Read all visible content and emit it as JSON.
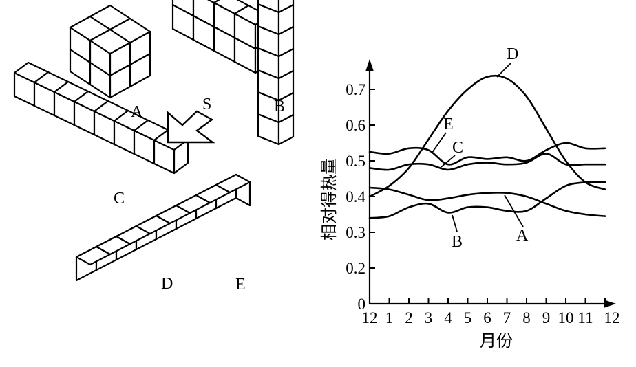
{
  "blocks": {
    "A": {
      "label": "A",
      "cols": 2,
      "depth": 2,
      "height": 2
    },
    "B": {
      "label": "B",
      "cols": 4,
      "depth": 1,
      "height": 2
    },
    "C": {
      "label": "C",
      "cols": 8,
      "depth": 1,
      "height": 1
    },
    "D": {
      "label": "D",
      "cols": 8,
      "depth": 1,
      "height": 1
    },
    "E": {
      "label": "E",
      "cols": 1,
      "depth": 1,
      "height": 8
    }
  },
  "sun_label": "S",
  "chart_data": {
    "type": "line",
    "xlabel": "月份",
    "ylabel": "相对得热量",
    "x_tick_labels": [
      "12",
      "1",
      "2",
      "3",
      "4",
      "5",
      "6",
      "7",
      "8",
      "9",
      "10",
      "11",
      "12"
    ],
    "y_tick_labels": [
      "0",
      "0.2",
      "0.3",
      "0.4",
      "0.5",
      "0.6",
      "0.7"
    ],
    "ylim": [
      0,
      0.78
    ],
    "grid": false,
    "series": [
      {
        "name": "A",
        "x": [
          0,
          1,
          2,
          3,
          4,
          5,
          6,
          7,
          8,
          9,
          10,
          11,
          12
        ],
        "values": [
          0.425,
          0.42,
          0.405,
          0.39,
          0.395,
          0.405,
          0.41,
          0.41,
          0.4,
          0.38,
          0.36,
          0.35,
          0.345
        ]
      },
      {
        "name": "B",
        "x": [
          0,
          1,
          2,
          3,
          4,
          5,
          6,
          7,
          8,
          9,
          10,
          11,
          12
        ],
        "values": [
          0.34,
          0.345,
          0.37,
          0.38,
          0.355,
          0.37,
          0.37,
          0.36,
          0.36,
          0.395,
          0.43,
          0.44,
          0.44
        ]
      },
      {
        "name": "C",
        "x": [
          0,
          1,
          2,
          3,
          4,
          5,
          6,
          7,
          8,
          9,
          10,
          11,
          12
        ],
        "values": [
          0.48,
          0.475,
          0.49,
          0.49,
          0.475,
          0.49,
          0.495,
          0.49,
          0.495,
          0.52,
          0.49,
          0.49,
          0.49
        ]
      },
      {
        "name": "D",
        "x": [
          0,
          1,
          2,
          3,
          4,
          5,
          6,
          7,
          8,
          9,
          10,
          11,
          12
        ],
        "values": [
          0.4,
          0.43,
          0.48,
          0.56,
          0.64,
          0.7,
          0.735,
          0.73,
          0.68,
          0.59,
          0.5,
          0.44,
          0.42
        ]
      },
      {
        "name": "E",
        "x": [
          0,
          1,
          2,
          3,
          4,
          5,
          6,
          7,
          8,
          9,
          10,
          11,
          12
        ],
        "values": [
          0.525,
          0.52,
          0.535,
          0.53,
          0.49,
          0.51,
          0.505,
          0.51,
          0.5,
          0.53,
          0.55,
          0.535,
          0.535
        ]
      }
    ]
  }
}
